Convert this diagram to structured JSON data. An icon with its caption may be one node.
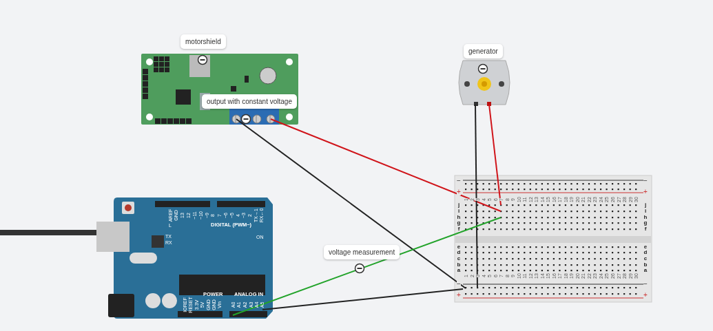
{
  "diagram": {
    "nodes": [
      {
        "text": [
          "motorshield"
        ]
      },
      {
        "text": [
          "output with constant voltage"
        ],
        "in": 0
      },
      {
        "text": [
          "generator"
        ]
      },
      {
        "text": [],
        "shape": "picture"
      },
      {
        "text": [],
        "shape": "picture"
      }
    ],
    "edges": [
      {
        "from": 1,
        "to": 4,
        "arrow": "none",
        "color": "#d0141a"
      },
      {
        "from": 1,
        "to": 4,
        "arrow": "none",
        "color": "#222222"
      },
      {
        "from": 2,
        "to": 4,
        "arrow": "none",
        "color": "#222222"
      },
      {
        "from": 2,
        "to": 4,
        "arrow": "none",
        "color": "#d0141a"
      },
      {
        "from": 3,
        "to": 4,
        "arrow": "none",
        "color": "#22a32a",
        "label": "voltage measurement"
      },
      {
        "from": 3,
        "to": 4,
        "arrow": "none",
        "color": "#222222"
      },
      {
        "from": null,
        "to": 3,
        "arrow": "none",
        "style": "thick",
        "color": "#333333"
      }
    ],
    "labels": [
      "AREF",
      "GND",
      "13",
      "12",
      "~11",
      "~10",
      "~9",
      "8",
      "7",
      "~6",
      "~5",
      "4",
      "~3",
      "2",
      "TX→1",
      "RX←0",
      "L",
      "DIGITAL (PWM~)",
      "TX",
      "RX",
      "ON",
      "POWER",
      "ANALOG IN",
      "IOREF",
      "RESET",
      "3.3V",
      "5V",
      "GND",
      "GND",
      "Vin",
      "A0",
      "A1",
      "A2",
      "A3",
      "A4",
      "A5",
      "−",
      "−",
      "+",
      "+",
      "−",
      "−",
      "+",
      "+",
      "1",
      "2",
      "3",
      "4",
      "5",
      "6",
      "7",
      "8",
      "9",
      "10",
      "11",
      "12",
      "13",
      "14",
      "15",
      "16",
      "17",
      "18",
      "19",
      "20",
      "21",
      "22",
      "23",
      "24",
      "25",
      "26",
      "27",
      "28",
      "29",
      "30",
      "j",
      "i",
      "h",
      "g",
      "f",
      "j",
      "i",
      "h",
      "g",
      "f",
      "e",
      "d",
      "c",
      "b",
      "a",
      "e",
      "d",
      "c",
      "b",
      "a",
      "1",
      "2",
      "3",
      "4",
      "5",
      "6",
      "7",
      "8",
      "9",
      "10",
      "11",
      "12",
      "13",
      "14",
      "15",
      "16",
      "17",
      "18",
      "19",
      "20",
      "21",
      "22",
      "23",
      "24",
      "25",
      "26",
      "27",
      "28",
      "29",
      "30"
    ]
  }
}
